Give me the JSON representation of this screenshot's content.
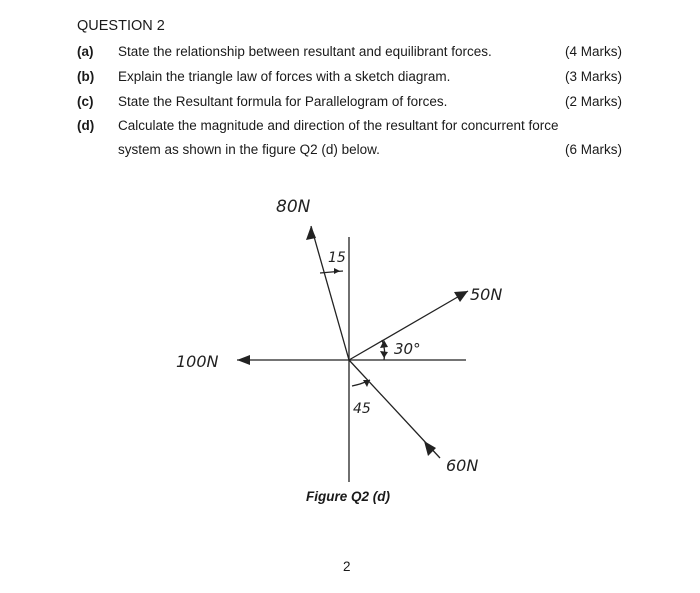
{
  "question": {
    "title": "QUESTION 2",
    "parts": [
      {
        "letter": "(a)",
        "text": "State the relationship between resultant and equilibrant forces.",
        "marks": "(4 Marks)"
      },
      {
        "letter": "(b)",
        "text": "Explain the triangle law of forces with a sketch diagram.",
        "marks": "(3 Marks)"
      },
      {
        "letter": "(c)",
        "text": "State the Resultant formula for Parallelogram of forces.",
        "marks": "(2 Marks)"
      },
      {
        "letter": "(d)",
        "text": "Calculate the magnitude and direction of the resultant for concurrent force",
        "text2": "system as shown in the figure Q2 (d) below.",
        "marks": "(6 Marks)"
      }
    ]
  },
  "figure": {
    "caption": "Figure Q2 (d)",
    "labels": {
      "f80": "80N",
      "f50": "50N",
      "f100": "100N",
      "f60": "60N",
      "a15": "15",
      "a30": "30°",
      "a45": "45"
    }
  },
  "page_number": "2"
}
